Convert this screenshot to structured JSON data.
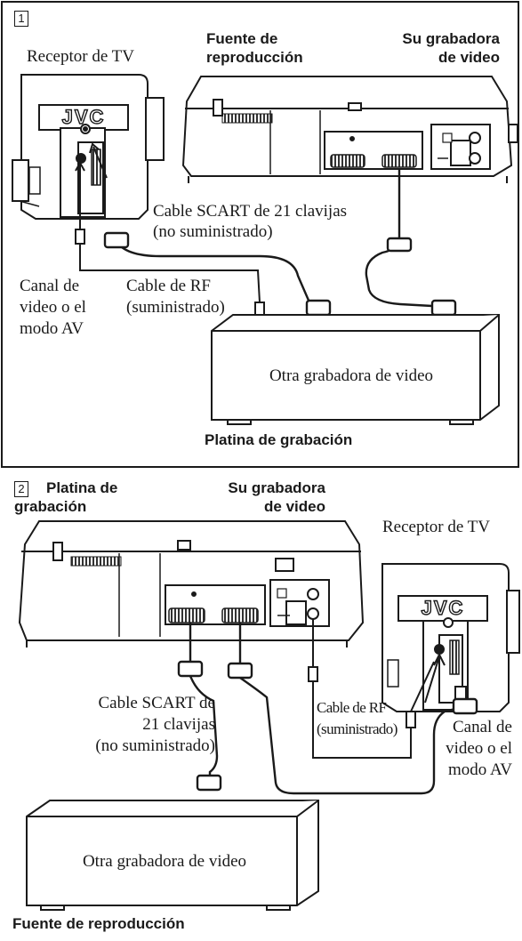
{
  "panel1": {
    "number": "1",
    "tv_label": "Receptor de TV",
    "playback_label": [
      "Fuente de",
      "reproducción"
    ],
    "your_vcr_label": [
      "Su grabadora",
      "de video"
    ],
    "scart_cable_label": [
      "Cable SCART de 21 clavijas",
      "(no suministrado)"
    ],
    "channel_label": [
      "Canal de",
      "video o el",
      "modo AV"
    ],
    "rf_cable_label": [
      "Cable de RF",
      "(suministrado)"
    ],
    "other_vcr_label": "Otra grabadora de video",
    "recording_deck_label": "Platina de grabación",
    "tv_logo": "JVC"
  },
  "panel2": {
    "number": "2",
    "recording_deck_label": [
      "Platina de",
      "grabación"
    ],
    "your_vcr_label": [
      "Su grabadora",
      "de video"
    ],
    "tv_label": "Receptor de TV",
    "scart_cable_label": [
      "Cable SCART de",
      "21 clavijas",
      "(no suministrado)"
    ],
    "rf_cable_label": [
      "Cable de RF",
      "(suministrado)"
    ],
    "channel_label": [
      "Canal de",
      "video o el",
      "modo AV"
    ],
    "other_vcr_label": "Otra grabadora de video",
    "playback_label": "Fuente de reproducción",
    "tv_logo": "JVC"
  }
}
